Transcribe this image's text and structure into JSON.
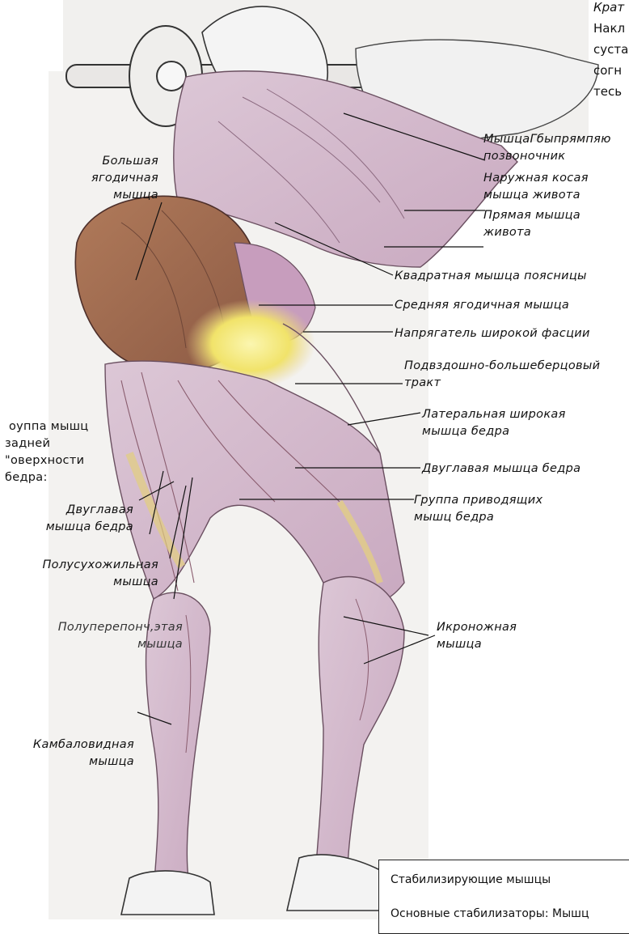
{
  "top_text": {
    "title": "Крат",
    "lines": [
      "Накл",
      "суста",
      "согн",
      "тесь"
    ]
  },
  "labels": {
    "gluteus_maximus": [
      "Большая",
      "ягодичная",
      "мышца"
    ],
    "erector": [
      "МышцаГбыпрямпяю",
      "позвоночник"
    ],
    "external_oblique": [
      "Наружная косая",
      "мышца живота"
    ],
    "rectus_abdominis": [
      "Прямая мышца",
      "живота"
    ],
    "quadratus_lumborum": "Квадратная мышца поясницы",
    "gluteus_medius": "Средняя ягодичная мышца",
    "tensor_fascia": "Напрягатель широкой фасции",
    "it_tract": [
      "Подвздошно-большеберцовый",
      "тракт"
    ],
    "vastus_lateralis": [
      "Латеральная широкая",
      "мышца бедра"
    ],
    "biceps_femoris_right": "Двуглавая мышца бедра",
    "adductors": [
      "Группа приводящих",
      "мышц бедра"
    ],
    "hamstrings_group": [
      "оуппа мышц",
      "задней",
      "\"оверхности",
      "бедра:"
    ],
    "biceps_femoris_left": [
      "Двуглавая",
      "мышца бедра"
    ],
    "semitendinosus": [
      "Полусухожильная",
      "мышца"
    ],
    "semimembranosus": [
      "Полуперепонч,этая",
      "мышца"
    ],
    "gastrocnemius": [
      "Икроножная",
      "мышца"
    ],
    "soleus": [
      "Камбаловидная",
      "мышца"
    ]
  },
  "stabilizers_box": {
    "heading": "Стабилизирующие мышцы",
    "line": "Основные стабилизаторы: Мышц"
  }
}
